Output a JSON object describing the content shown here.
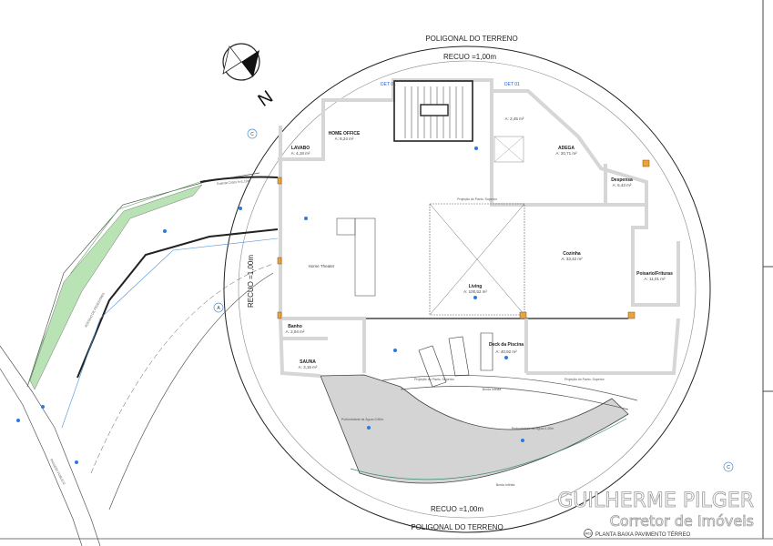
{
  "plan": {
    "property_line_label": "POLIGONAL DO TERRENO",
    "setback_label": "RECUO =1,00m",
    "north_label": "N",
    "rooms": [
      {
        "name": "HOME OFFICE",
        "area": "A: 8,24 m²"
      },
      {
        "name": "LAVABO",
        "area": "A: 4,18 m²"
      },
      {
        "name": "ADEGA",
        "area": "A: 20,71 m²"
      },
      {
        "name": "Despensa",
        "area": "A: 6,43 m²"
      },
      {
        "name": "Cozinha",
        "area": "A: 33,42 m²"
      },
      {
        "name": "Living",
        "area": "A: 100,52 m²"
      },
      {
        "name": "Home Theater",
        "area": ""
      },
      {
        "name": "Deck da Piscina",
        "area": "A: 40,92 m²"
      },
      {
        "name": "Poisario/Frituras",
        "area": "A: 11,01 m²"
      },
      {
        "name": "Banho",
        "area": "A: 2,04 m²"
      },
      {
        "name": "SAUNA",
        "area": "A: 3,15 m²"
      },
      {
        "name": "",
        "area": "A: 2,45 m²"
      }
    ],
    "annotations": {
      "projection_upper": "Projeção do Pavto. Superior",
      "pool_edge": "Borda Infinita",
      "pool_depth_1": "Profundidade da Água=0,50m",
      "pool_depth_2": "Profundidade da Água=1,20m",
      "access": "ACESSO DE PEDESTRES",
      "guard": "Guarda Corpo h=1,10m",
      "sidewalk": "PASSEIO PÚBLICO",
      "det1": "DET 01",
      "det2": "DET 01",
      "sheet_title": "PLANTA BAIXA PAVIMENTO TÉRREO",
      "sheet_code": "A03"
    },
    "marker_a": "A",
    "marker_c": "C"
  },
  "watermark": {
    "line1": "GUILHERME PILGER",
    "line2": "Corretor de Imóveis"
  },
  "colors": {
    "pool": "#d4d4d4",
    "dimension": "#4a90d9",
    "garden": "#b9e3b5",
    "column": "#e8a33c"
  }
}
